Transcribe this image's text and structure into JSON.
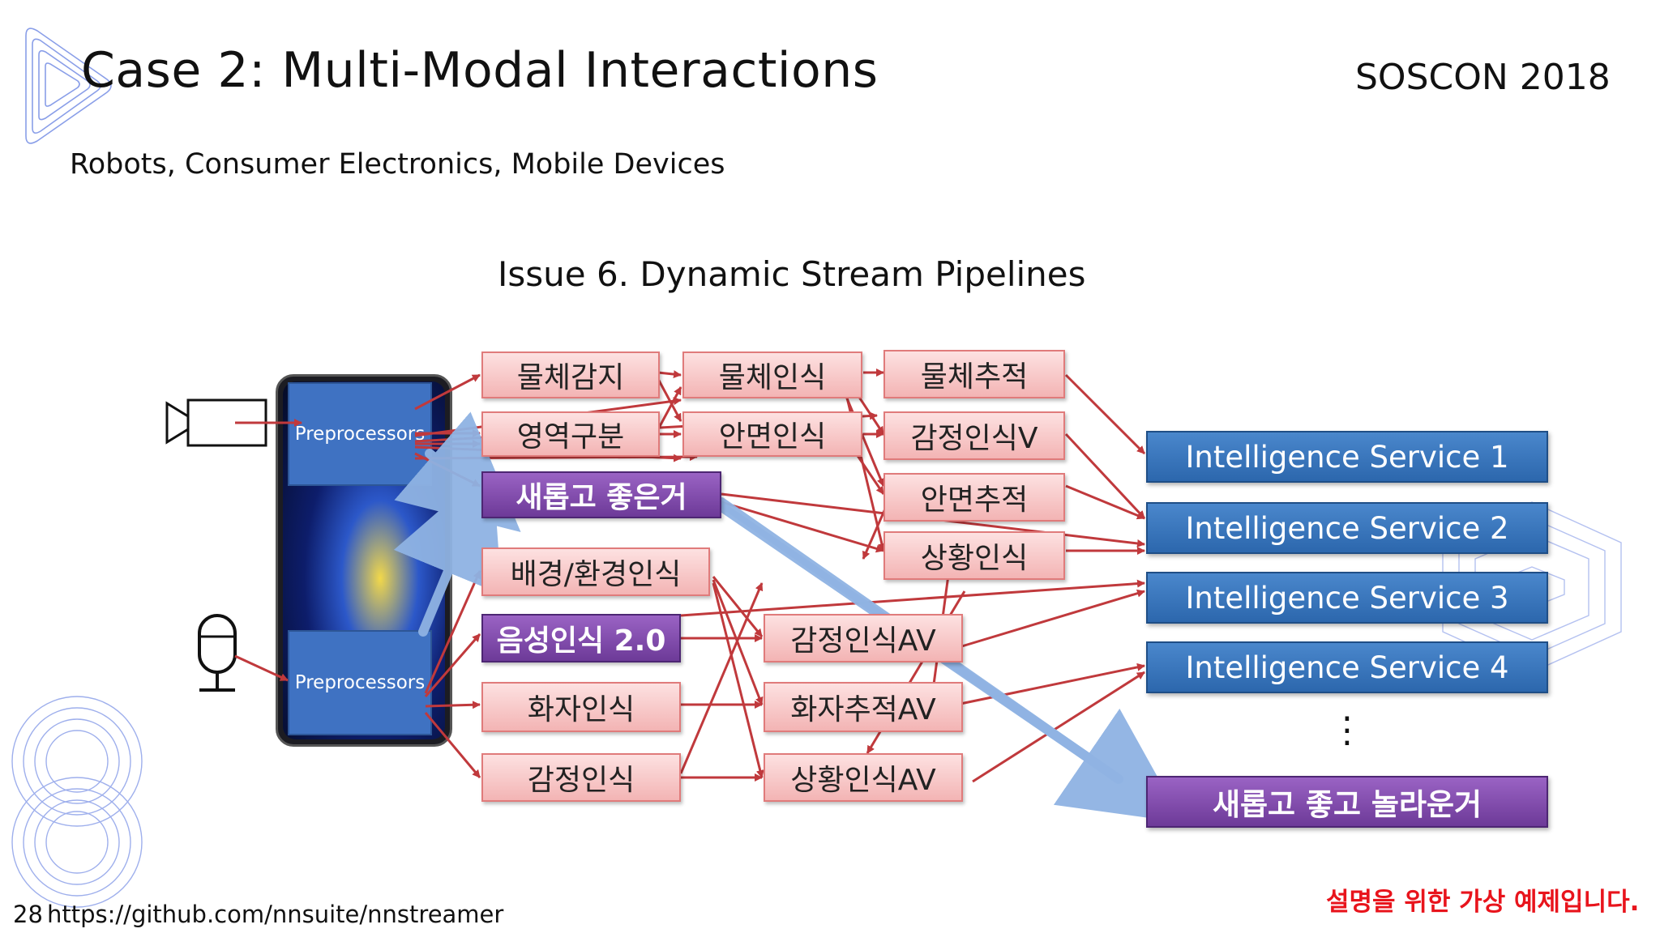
{
  "header": {
    "title": "Case 2: Multi-Modal Interactions",
    "event": "SOSCON 2018",
    "subtitle": "Robots, Consumer Electronics, Mobile Devices"
  },
  "diagram": {
    "heading": "Issue 6. Dynamic Stream Pipelines",
    "preprocessor_top": "Preprocessors",
    "preprocessor_bottom": "Preprocessors",
    "col1": [
      "물체감지",
      "영역구분",
      "새롭고 좋은거",
      "배경/환경인식",
      "음성인식 2.0",
      "화자인식",
      "감정인식"
    ],
    "col2": [
      "물체인식",
      "안면인식"
    ],
    "col2b": [
      "감정인식AV",
      "화자추적AV",
      "상황인식AV"
    ],
    "col3": [
      "물체추적",
      "감정인식V",
      "안면추적",
      "상황인식"
    ],
    "services": [
      "Intelligence Service 1",
      "Intelligence Service 2",
      "Intelligence Service 3",
      "Intelligence Service 4"
    ],
    "ellipsis": "⋮",
    "new_service": "새롭고 좋고 놀라운거"
  },
  "footer": {
    "page_number": "28",
    "url": "https://github.com/nnsuite/nnstreamer",
    "note": "설명을 위한 가상 예제입니다."
  },
  "colors": {
    "arrow_red": "#c0393c",
    "arrow_blue": "#8fb3e3",
    "node_pink": "#f6c3c3",
    "node_purple": "#7a46a6",
    "service_blue": "#3a78c0"
  }
}
